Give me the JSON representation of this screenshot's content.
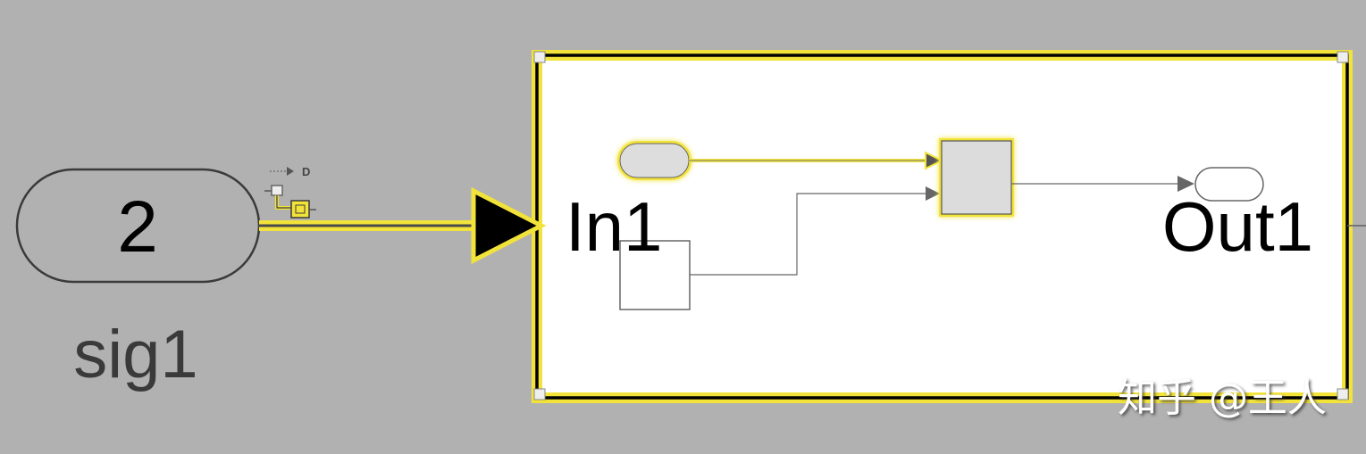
{
  "diagram": {
    "from_block": {
      "value": "2",
      "name": "sig1"
    },
    "subsystem": {
      "input_port_label": "In1",
      "output_port_label": "Out1"
    },
    "signal_badge": {
      "text": "D"
    },
    "watermark": "知乎 @王人",
    "colors": {
      "canvas": "#b1b1b1",
      "highlight": "#f2e33a",
      "block_fill_white": "#ffffff",
      "block_fill_gray": "#dcdcdc",
      "line": "#606060"
    }
  }
}
